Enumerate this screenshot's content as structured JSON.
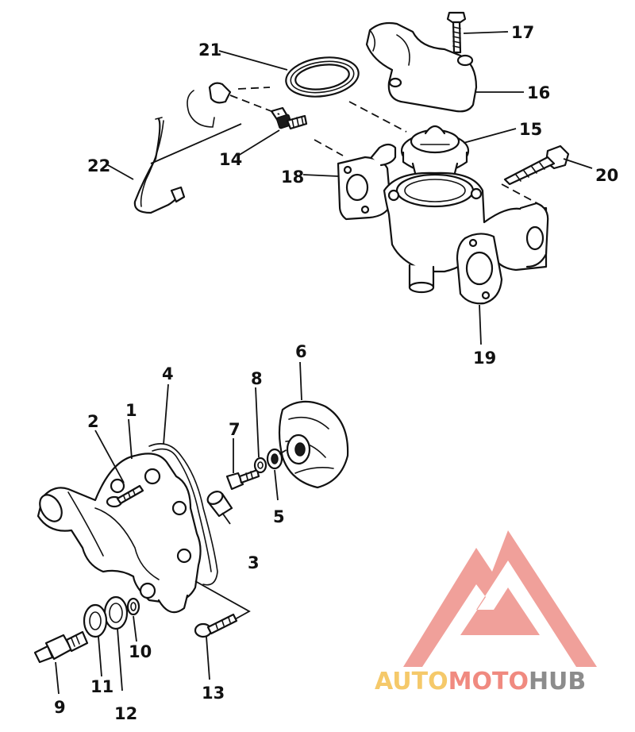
{
  "diagram": {
    "callouts": [
      {
        "id": "c1",
        "label": "1"
      },
      {
        "id": "c2",
        "label": "2"
      },
      {
        "id": "c3",
        "label": "3"
      },
      {
        "id": "c4",
        "label": "4"
      },
      {
        "id": "c5",
        "label": "5"
      },
      {
        "id": "c6",
        "label": "6"
      },
      {
        "id": "c7",
        "label": "7"
      },
      {
        "id": "c8",
        "label": "8"
      },
      {
        "id": "c9",
        "label": "9"
      },
      {
        "id": "c10",
        "label": "10"
      },
      {
        "id": "c11",
        "label": "11"
      },
      {
        "id": "c12",
        "label": "12"
      },
      {
        "id": "c13",
        "label": "13"
      },
      {
        "id": "c14",
        "label": "14"
      },
      {
        "id": "c15",
        "label": "15"
      },
      {
        "id": "c16",
        "label": "16"
      },
      {
        "id": "c17",
        "label": "17"
      },
      {
        "id": "c18",
        "label": "18"
      },
      {
        "id": "c19",
        "label": "19"
      },
      {
        "id": "c20",
        "label": "20"
      },
      {
        "id": "c21",
        "label": "21"
      },
      {
        "id": "c22",
        "label": "22"
      }
    ]
  },
  "watermark": {
    "part1": "AUTO",
    "part2": "MOTO",
    "part3": "HUB",
    "colors": {
      "logo": "#f0a09a",
      "auto": "#f5c96a",
      "moto": "#f08a80",
      "hub": "#8c8c8c"
    }
  }
}
